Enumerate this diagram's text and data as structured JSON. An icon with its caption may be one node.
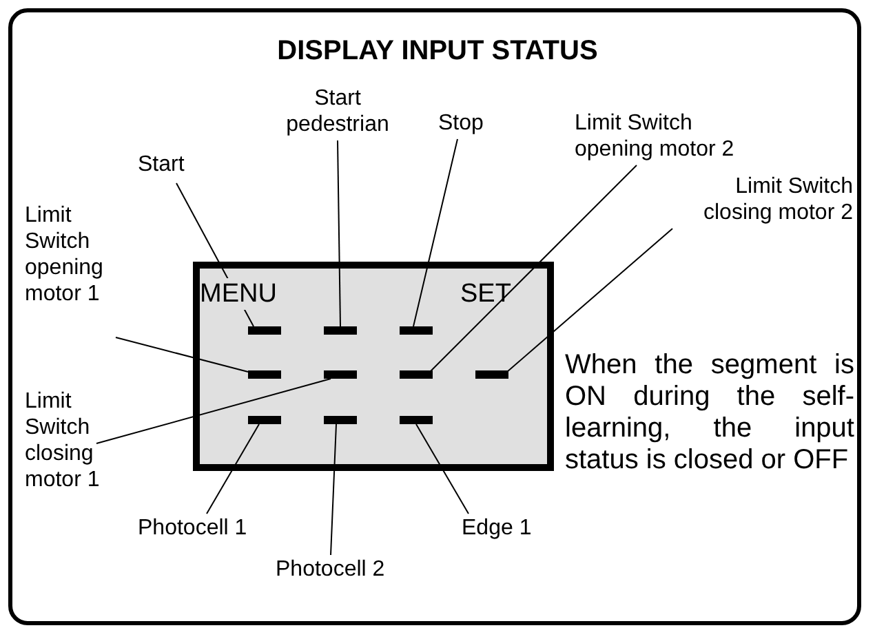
{
  "diagram": {
    "title": "DISPLAY INPUT STATUS",
    "nodes": [
      {
        "text": [],
        "shape": "box"
      },
      {
        "text": [],
        "shape": "bar",
        "in": 0
      },
      {
        "text": [],
        "shape": "bar",
        "in": 0
      },
      {
        "text": [],
        "shape": "bar",
        "in": 0
      },
      {
        "text": [],
        "shape": "bar",
        "in": 0
      },
      {
        "text": [],
        "shape": "bar",
        "in": 0
      },
      {
        "text": [],
        "shape": "bar",
        "in": 0
      },
      {
        "text": [],
        "shape": "bar",
        "in": 0
      },
      {
        "text": [],
        "shape": "bar",
        "in": 0
      },
      {
        "text": [],
        "shape": "bar",
        "in": 0
      },
      {
        "text": [],
        "shape": "bar",
        "in": 0
      },
      {
        "text": [
          "Start pedestrian"
        ]
      },
      {
        "text": [
          "Stop"
        ]
      },
      {
        "text": [
          "Limit Switch opening motor 2"
        ]
      },
      {
        "text": [
          "Start"
        ]
      },
      {
        "text": [
          "Limit Switch closing motor 2"
        ]
      },
      {
        "text": [
          "Limit Switch opening motor 1"
        ]
      },
      {
        "text": [
          "Limit Switch closing motor 1"
        ]
      },
      {
        "text": [
          "Photocell 1"
        ]
      },
      {
        "text": [
          "Edge 1"
        ]
      },
      {
        "text": [
          "Photocell 2"
        ]
      }
    ],
    "edges": [
      {
        "from": 14,
        "to": 1,
        "arrow": "none"
      },
      {
        "from": 11,
        "to": 2,
        "arrow": "none"
      },
      {
        "from": 12,
        "to": 3,
        "arrow": "none"
      },
      {
        "from": 13,
        "to": 6,
        "arrow": "none"
      },
      {
        "from": 15,
        "to": 7,
        "arrow": "none"
      },
      {
        "from": 16,
        "to": 4,
        "arrow": "none"
      },
      {
        "from": 17,
        "to": 5,
        "arrow": "none"
      },
      {
        "from": 18,
        "to": 8,
        "arrow": "none"
      },
      {
        "from": 20,
        "to": 9,
        "arrow": "none"
      },
      {
        "from": 19,
        "to": 10,
        "arrow": "none"
      }
    ],
    "labels": [
      "MENU",
      "SET",
      "When the segment is ON during the self-learning, the input status is closed or OFF"
    ]
  }
}
